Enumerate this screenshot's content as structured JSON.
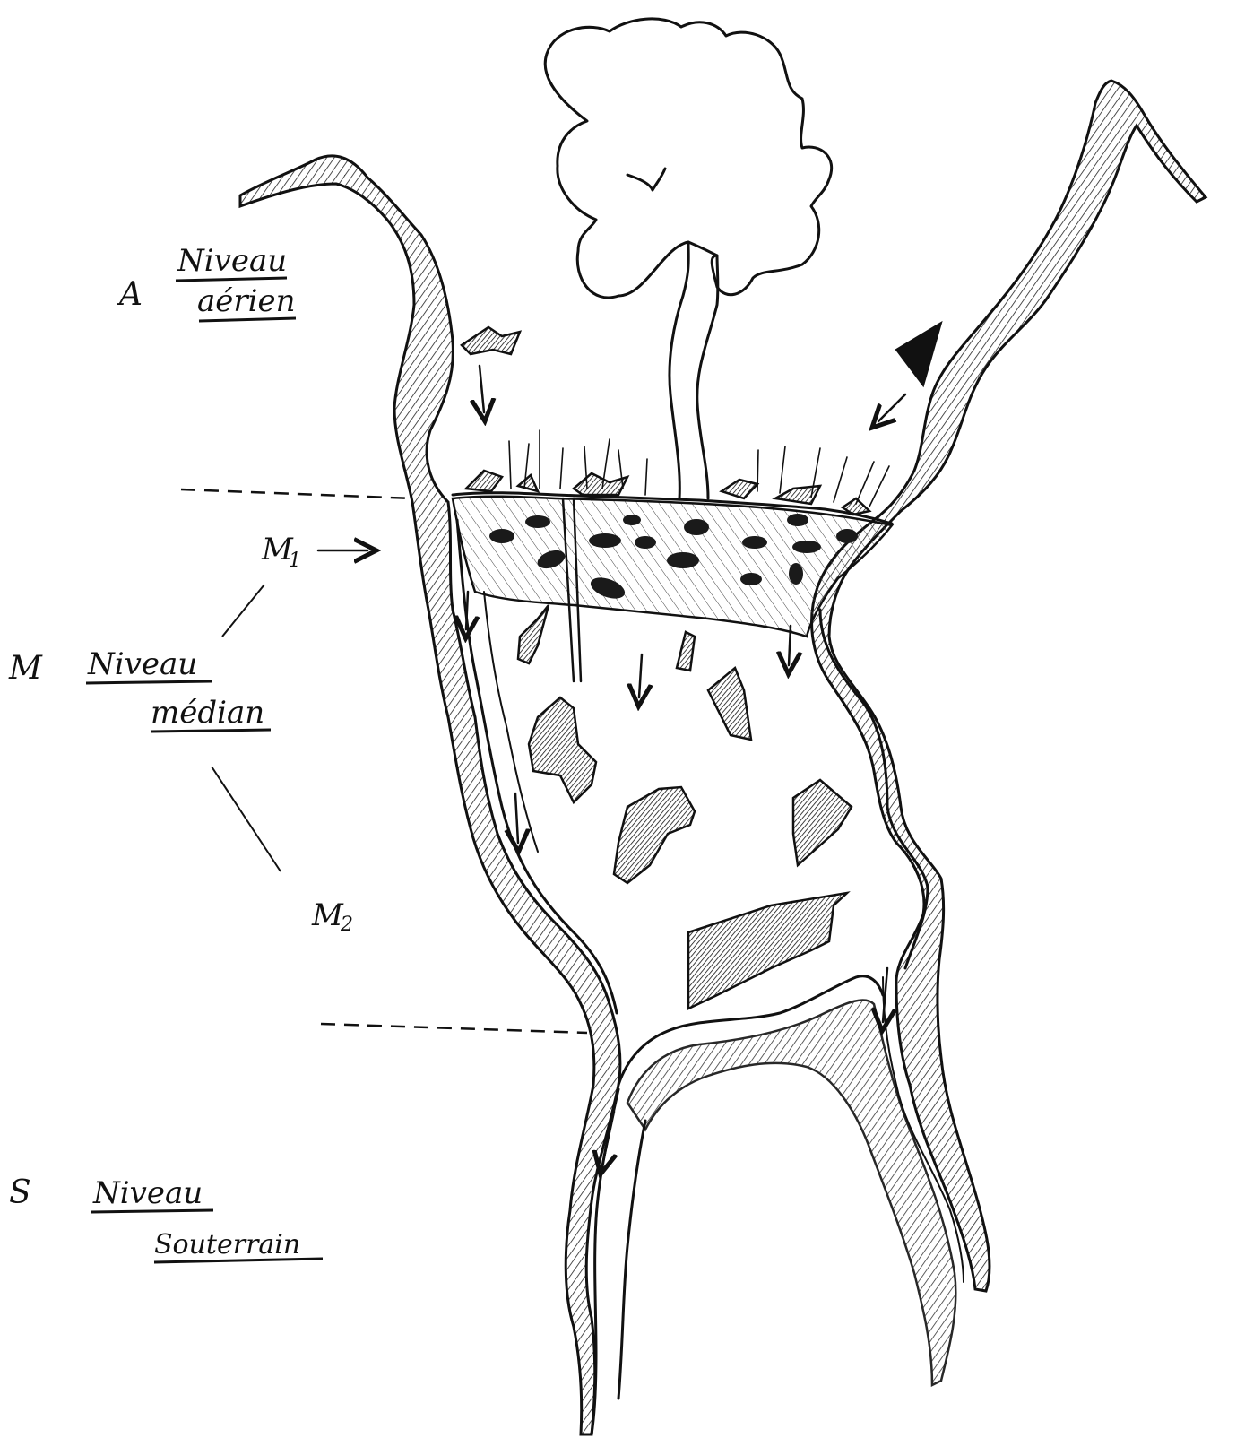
{
  "labels": {
    "level_a_letter": "A",
    "level_a_line1": "Niveau",
    "level_a_line2": "aérien",
    "level_m_letter": "M",
    "level_m_line1": "Niveau",
    "level_m_line2": "médian",
    "m1": "M",
    "m1_sub": "1",
    "m2": "M",
    "m2_sub": "2",
    "level_s_letter": "S",
    "level_s_line1": "Niveau",
    "level_s_line2": "Souterrain"
  },
  "colors": {
    "ink": "#111111",
    "paper": "#ffffff"
  }
}
